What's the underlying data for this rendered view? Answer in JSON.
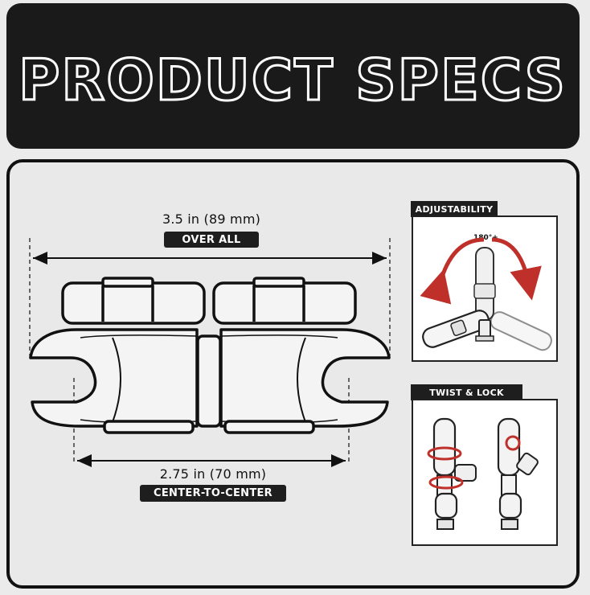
{
  "banner": {
    "title": "PRODUCT SPECS"
  },
  "overall": {
    "value": "3.5 in (89 mm)",
    "label": "OVER ALL"
  },
  "center": {
    "value": "2.75 in (70 mm)",
    "label": "CENTER-TO-CENTER"
  },
  "adjustability": {
    "label": "ADJUSTABILITY",
    "angle": "180°+"
  },
  "twist": {
    "label": "TWIST & LOCK"
  },
  "colors": {
    "banner": "#1a1a1a",
    "accent": "#c0302a",
    "ink": "#111111"
  }
}
